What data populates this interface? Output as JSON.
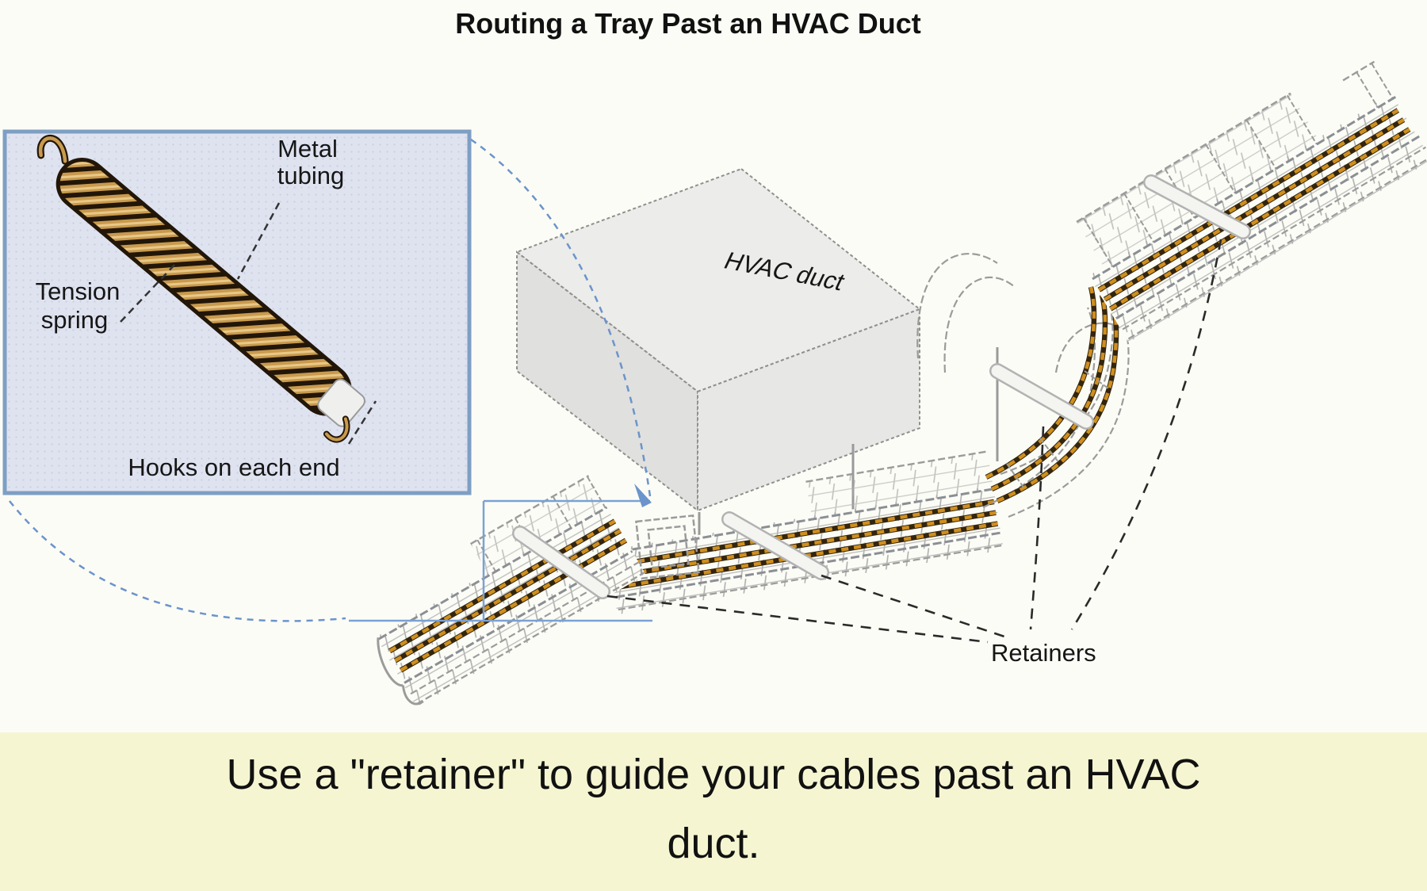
{
  "title": "Routing a Tray Past an HVAC Duct",
  "caption_line1": "Use a \"retainer\" to guide your cables past an HVAC",
  "caption_line2": "duct.",
  "diagram": {
    "hvac_duct_label": "HVAC duct",
    "retainers_label": "Retainers"
  },
  "inset": {
    "metal_tubing_label_line1": "Metal",
    "metal_tubing_label_line2": "tubing",
    "tension_spring_label_line1": "Tension",
    "tension_spring_label_line2": "spring",
    "hooks_label": "Hooks on each end"
  },
  "colors": {
    "page_background": "#fcfcf6",
    "caption_background": "#f5f5d2",
    "inset_background": "#dfe3f0",
    "inset_border": "#7e9fc4",
    "callout_blue": "#6b94cc",
    "cable_gold": "#cf8f1f",
    "cable_casing_dark": "#33250e",
    "spring_tan": "#c99a4e",
    "duct_fill": "#ebebe9",
    "wire_gray": "#9b9b9b",
    "text_color": "#111111"
  }
}
